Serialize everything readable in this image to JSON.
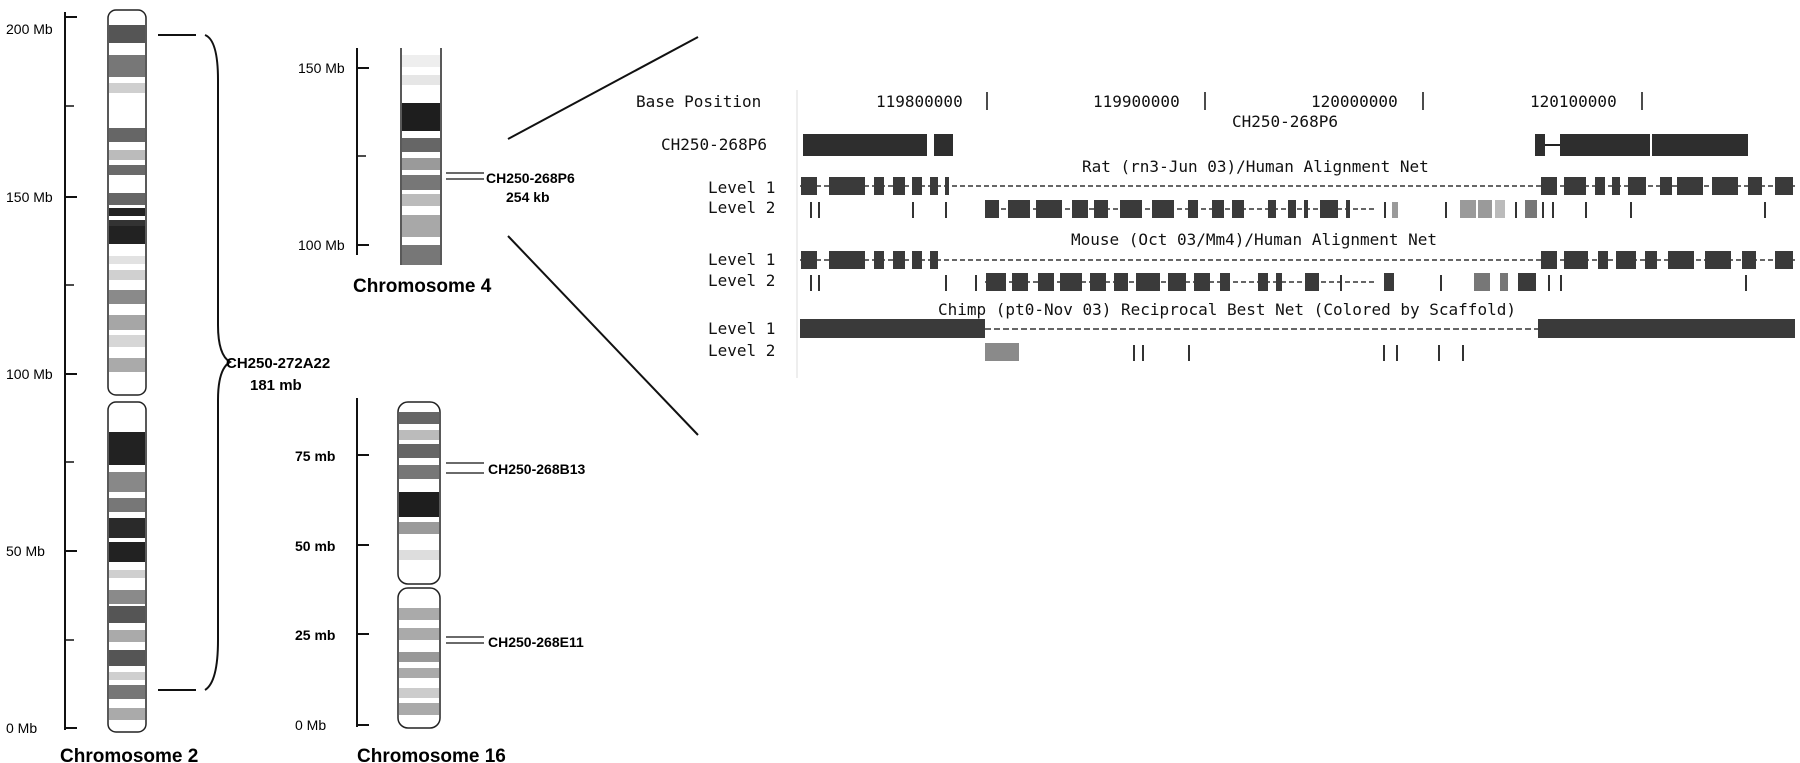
{
  "chromosome_2": {
    "name": "Chromosome 2",
    "ticks": [
      "200 Mb",
      "150 Mb",
      "100 Mb",
      "50 Mb",
      "0 Mb"
    ],
    "clone": {
      "name": "CH250-272A22",
      "size": "181 mb"
    }
  },
  "chromosome_4": {
    "name": "Chromosome 4",
    "ticks": [
      "150 Mb",
      "100 Mb"
    ],
    "clone": {
      "name": "CH250-268P6",
      "size": "254 kb"
    }
  },
  "chromosome_16": {
    "name": "Chromosome 16",
    "ticks": [
      "75 mb",
      "50 mb",
      "25 mb",
      "0 Mb"
    ],
    "clones": [
      "CH250-268B13",
      "CH250-268E11"
    ]
  },
  "browser": {
    "base_position_label": "Base Position",
    "positions": [
      "119800000",
      "119900000",
      "120000000",
      "120100000"
    ],
    "track_title": "CH250-268P6",
    "track_label": "CH250-268P6",
    "rat_title": "Rat (rn3-Jun 03)/Human Alignment Net",
    "mouse_title": "Mouse (Oct 03/Mm4)/Human Alignment Net",
    "chimp_title": "Chimp (pt0-Nov 03) Reciprocal Best Net (Colored by Scaffold)",
    "level1": "Level 1",
    "level2": "Level 2"
  },
  "colors": {
    "ink": "#111111",
    "dark_band": "#2a2a2a",
    "mid_band": "#707070",
    "light_band": "#a8a8a8",
    "pale_band": "#d8d8d8",
    "block_dark": "#3a3a3a",
    "block_gray": "#9a9a9a"
  }
}
